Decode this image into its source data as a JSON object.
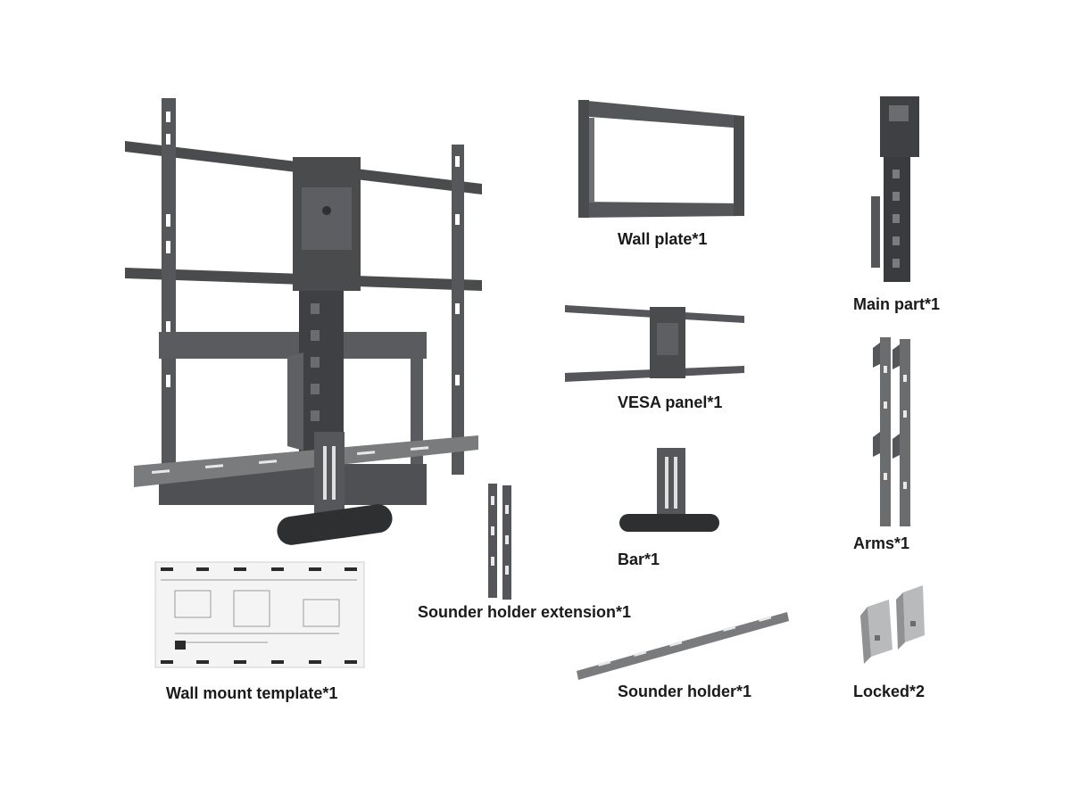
{
  "colors": {
    "background": "#ffffff",
    "metal_dark": "#4a4b4d",
    "metal_mid": "#6b6c6e",
    "metal_light": "#9a9b9d",
    "handle": "#2e2f31",
    "silver": "#b8babc",
    "label_text": "#1a1a1a"
  },
  "parts": [
    {
      "id": "wall_plate",
      "label": "Wall plate*1"
    },
    {
      "id": "main_part",
      "label": "Main part*1"
    },
    {
      "id": "vesa_panel",
      "label": "VESA panel*1"
    },
    {
      "id": "bar",
      "label": "Bar*1"
    },
    {
      "id": "arms",
      "label": "Arms*1"
    },
    {
      "id": "sounder_holder_extension",
      "label": "Sounder holder extension*1"
    },
    {
      "id": "wall_mount_template",
      "label": "Wall mount template*1"
    },
    {
      "id": "sounder_holder",
      "label": "Sounder holder*1"
    },
    {
      "id": "locked",
      "label": "Locked*2"
    }
  ]
}
